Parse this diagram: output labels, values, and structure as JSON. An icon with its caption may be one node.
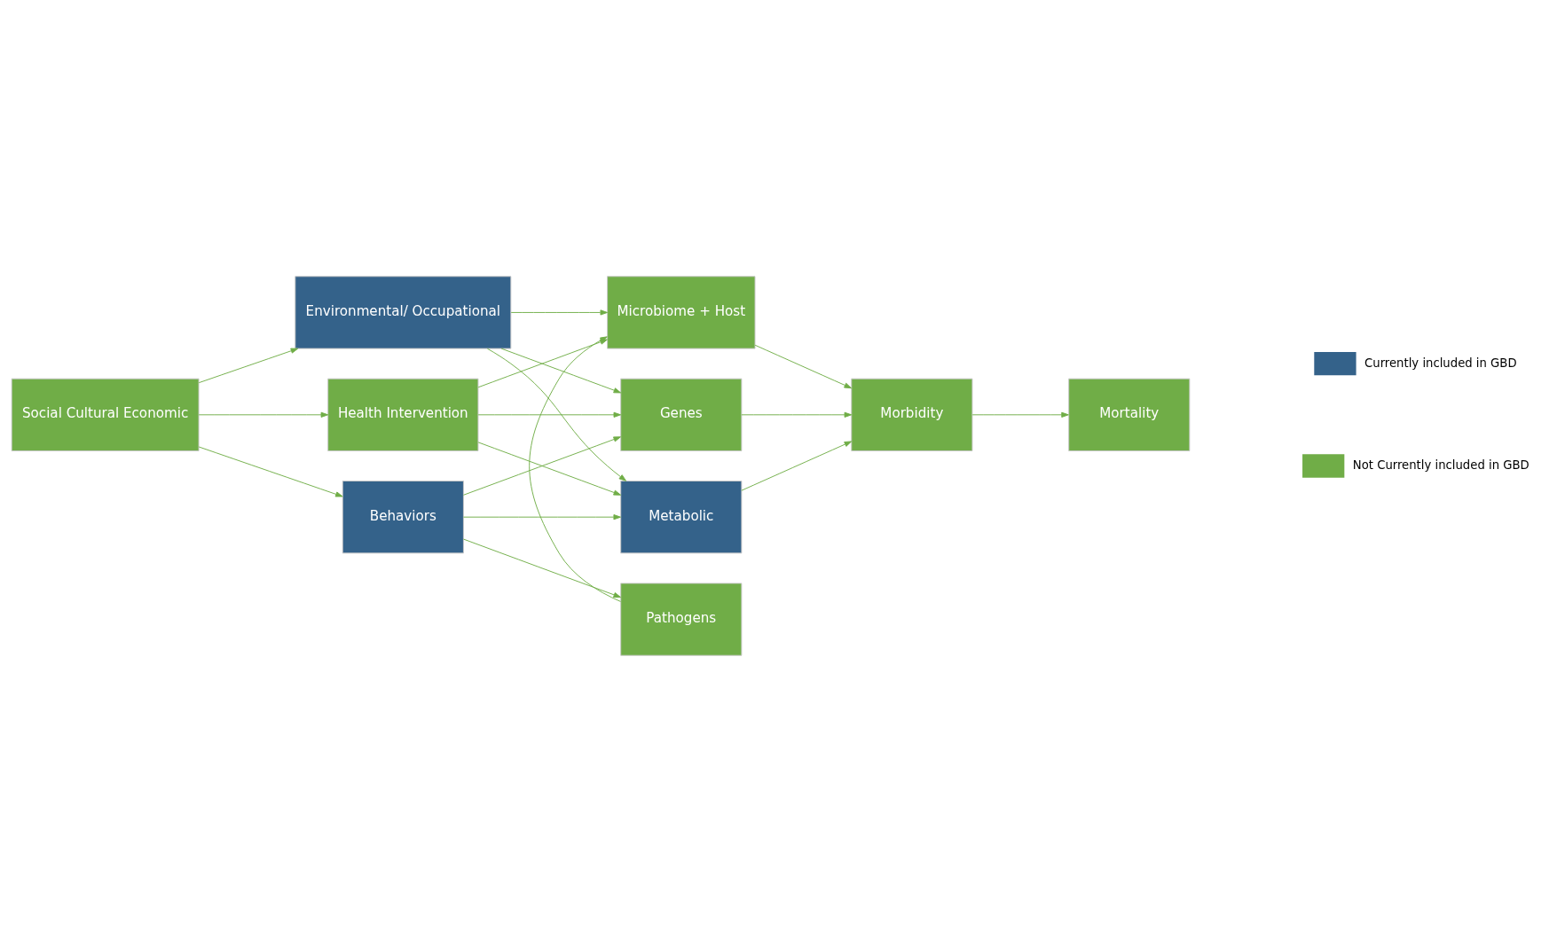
{
  "diagram": {
    "nodes": [
      {
        "text": [
          "Social Cultural Economic"
        ]
      },
      {
        "text": [
          "Behaviors"
        ]
      },
      {
        "text": [
          "Health Intervention"
        ]
      },
      {
        "text": [
          "Environmental/ Occupational"
        ]
      },
      {
        "text": [
          "Metabolic"
        ]
      },
      {
        "text": [
          "Genes"
        ]
      },
      {
        "text": [
          "Microbiome + Host"
        ]
      },
      {
        "text": [
          "Pathogens"
        ]
      },
      {
        "text": [
          "Morbidity"
        ]
      },
      {
        "text": [
          "Mortality"
        ]
      }
    ],
    "edges": [
      {
        "from": 0,
        "to": 1,
        "arrow": "to"
      },
      {
        "from": 0,
        "to": 2,
        "arrow": "to"
      },
      {
        "from": 0,
        "to": 3,
        "arrow": "to"
      },
      {
        "from": 1,
        "to": 4,
        "arrow": "to"
      },
      {
        "from": 1,
        "to": 5,
        "arrow": "to"
      },
      {
        "from": 1,
        "to": 7,
        "arrow": "to"
      },
      {
        "from": 2,
        "to": 4,
        "arrow": "to"
      },
      {
        "from": 2,
        "to": 5,
        "arrow": "to"
      },
      {
        "from": 2,
        "to": 6,
        "arrow": "to"
      },
      {
        "from": 3,
        "to": 4,
        "arrow": "to"
      },
      {
        "from": 3,
        "to": 5,
        "arrow": "to"
      },
      {
        "from": 3,
        "to": 6,
        "arrow": "to"
      },
      {
        "from": 7,
        "to": 6,
        "arrow": "to"
      },
      {
        "from": 4,
        "to": 8,
        "arrow": "to"
      },
      {
        "from": 5,
        "to": 8,
        "arrow": "to"
      },
      {
        "from": 6,
        "to": 8,
        "arrow": "to"
      },
      {
        "from": 8,
        "to": 9,
        "arrow": "to"
      }
    ],
    "legend": [
      {
        "text": "Currently included in GBD",
        "color": "#34628a"
      },
      {
        "text": "Not Currently included in GBD",
        "color": "#70ad47"
      }
    ]
  }
}
